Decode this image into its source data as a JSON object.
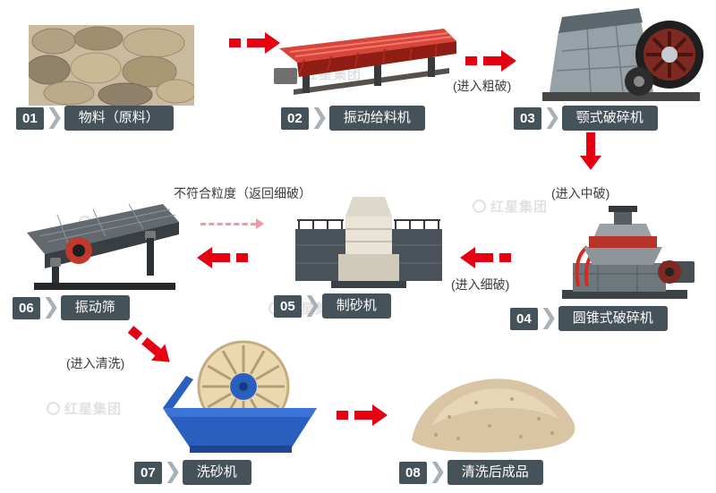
{
  "steps": [
    {
      "number": "01",
      "label": "物料（原料）"
    },
    {
      "number": "02",
      "label": "振动给料机"
    },
    {
      "number": "03",
      "label": "颚式破碎机"
    },
    {
      "number": "04",
      "label": "圆锥式破碎机"
    },
    {
      "number": "05",
      "label": "制砂机"
    },
    {
      "number": "06",
      "label": "振动筛"
    },
    {
      "number": "07",
      "label": "洗砂机"
    },
    {
      "number": "08",
      "label": "清洗后成品"
    }
  ],
  "annotations": {
    "enter_coarse": "(进入粗破)",
    "enter_medium": "(进入中破)",
    "enter_fine": "(进入细破)",
    "return_fine": "不符合粒度（返回细破）",
    "enter_wash": "(进入清洗)"
  },
  "watermark": {
    "text": "红星集团"
  },
  "colors": {
    "arrow_red": "#e60012",
    "return_arrow_pink": "#ef9aa2",
    "label_background": "#46525a",
    "label_chevron": "#a8b1b5",
    "label_text": "#ffffff",
    "annotation_text": "#3c3c3c",
    "feeder_red": "#d8453a",
    "flywheel_maroon": "#7e2a22",
    "washer_blue": "#2a5fc0",
    "sand_beige": "#d9c5a4",
    "background": "#ffffff"
  }
}
